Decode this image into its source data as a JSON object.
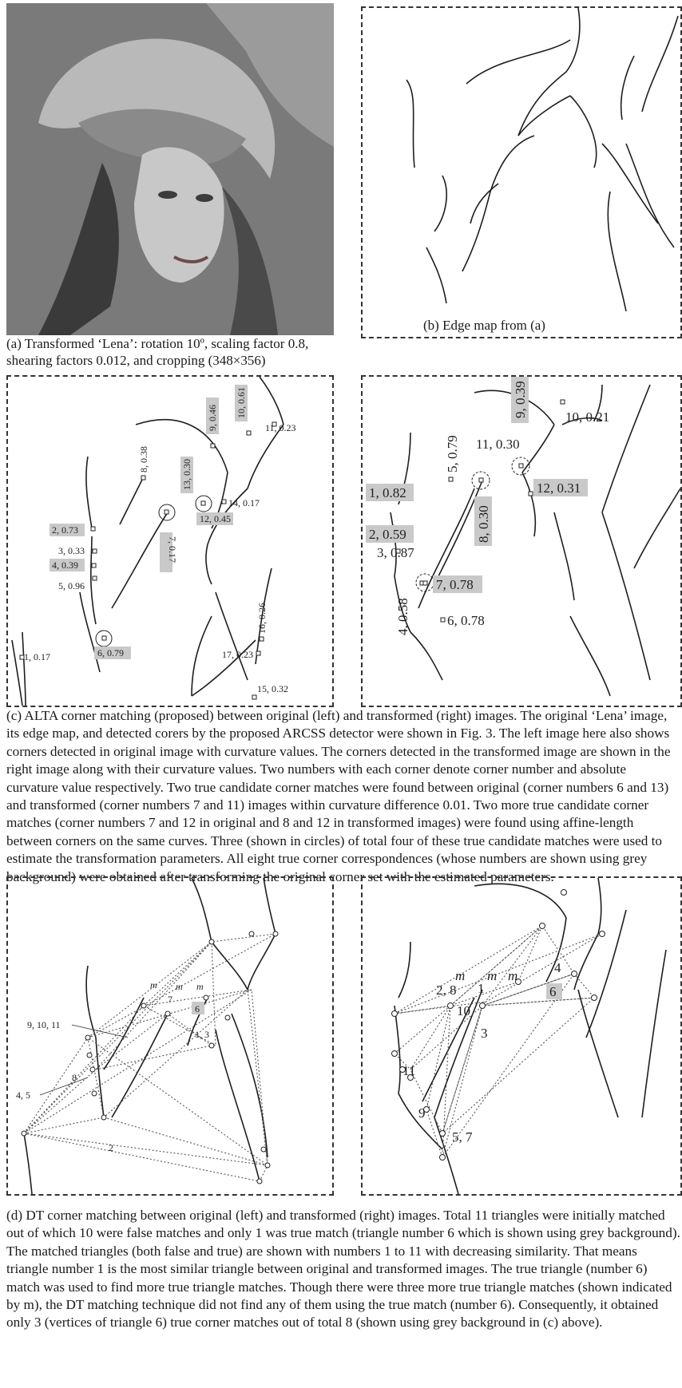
{
  "figure": {
    "panel_a": {
      "caption_line1": "(a) Transformed ‘Lena’: rotation 10º, scaling factor 0.8,",
      "caption_line2": "shearing factors 0.012, and cropping (348×356)"
    },
    "panel_b": {
      "caption": "(b) Edge map from (a)"
    },
    "panel_c": {
      "left_labels": [
        "1, 0.17",
        "2, 0.73",
        "3, 0.33",
        "4, 0.39",
        "5, 0.96",
        "6, 0.79",
        "7, 0.17",
        "8, 0.38",
        "9, 0.46",
        "10, 0.61",
        "11, 0.23",
        "12, 0.45",
        "13, 0.30",
        "14, 0.17",
        "15, 0.32",
        "16, 0.26",
        "17, 0.23"
      ],
      "right_labels": [
        "1, 0.82",
        "2, 0.59",
        "3, 0.87",
        "4, 0.58",
        "5, 0.79",
        "6, 0.78",
        "7, 0.78",
        "8, 0.30",
        "9, 0.39",
        "10, 0.21",
        "11, 0.30",
        "12, 0.31"
      ],
      "caption": "(c) ALTA corner matching (proposed) between original (left) and transformed (right) images. The original ‘Lena’ image, its edge map, and detected corers by the proposed ARCSS detector were shown in Fig. 3. The left image here also shows corners detected in original image with curvature values. The corners detected in the transformed image are shown in the right image along with their curvature values.  Two numbers with each corner denote corner number and absolute curvature value respectively. Two true candidate corner matches were found between original (corner numbers 6 and 13) and transformed (corner numbers 7 and 11) images within curvature difference 0.01. Two more true candidate corner matches (corner numbers 7 and 12 in original and 8 and 12 in transformed images) were found using affine-length between corners on the same curves. Three (shown in circles) of total four of these true candidate matches were used to estimate the transformation parameters. All eight true corner correspondences (whose numbers are shown using grey background) were obtained after transforming the original corner set with the estimated parameters."
    },
    "panel_d": {
      "left_labels": [
        "9, 10, 11",
        "8",
        "4, 5",
        "2",
        "7",
        "6",
        "1, 3",
        "m",
        "m",
        "m"
      ],
      "right_labels": [
        "2, 8",
        "1",
        "10",
        "3",
        "4",
        "6",
        "11",
        "9",
        "5, 7",
        "m",
        "m",
        "m"
      ],
      "caption": "(d)  DT corner matching between original (left) and transformed (right) images. Total 11 triangles were initially matched out of which 10 were false matches and only 1 was true match (triangle number 6 which is shown using grey background). The matched triangles (both false and true) are shown with numbers 1 to 11 with decreasing similarity. That means triangle number 1 is the most similar triangle between original and transformed images. The true triangle (number 6) match was used to find more true triangle matches. Though there were three more true triangle matches (shown indicated by m), the DT matching technique did not find any of them using the true match (number 6). Consequently, it obtained only 3 (vertices of triangle 6) true corner matches out of total 8 (shown using grey background in (c) above)."
    }
  }
}
